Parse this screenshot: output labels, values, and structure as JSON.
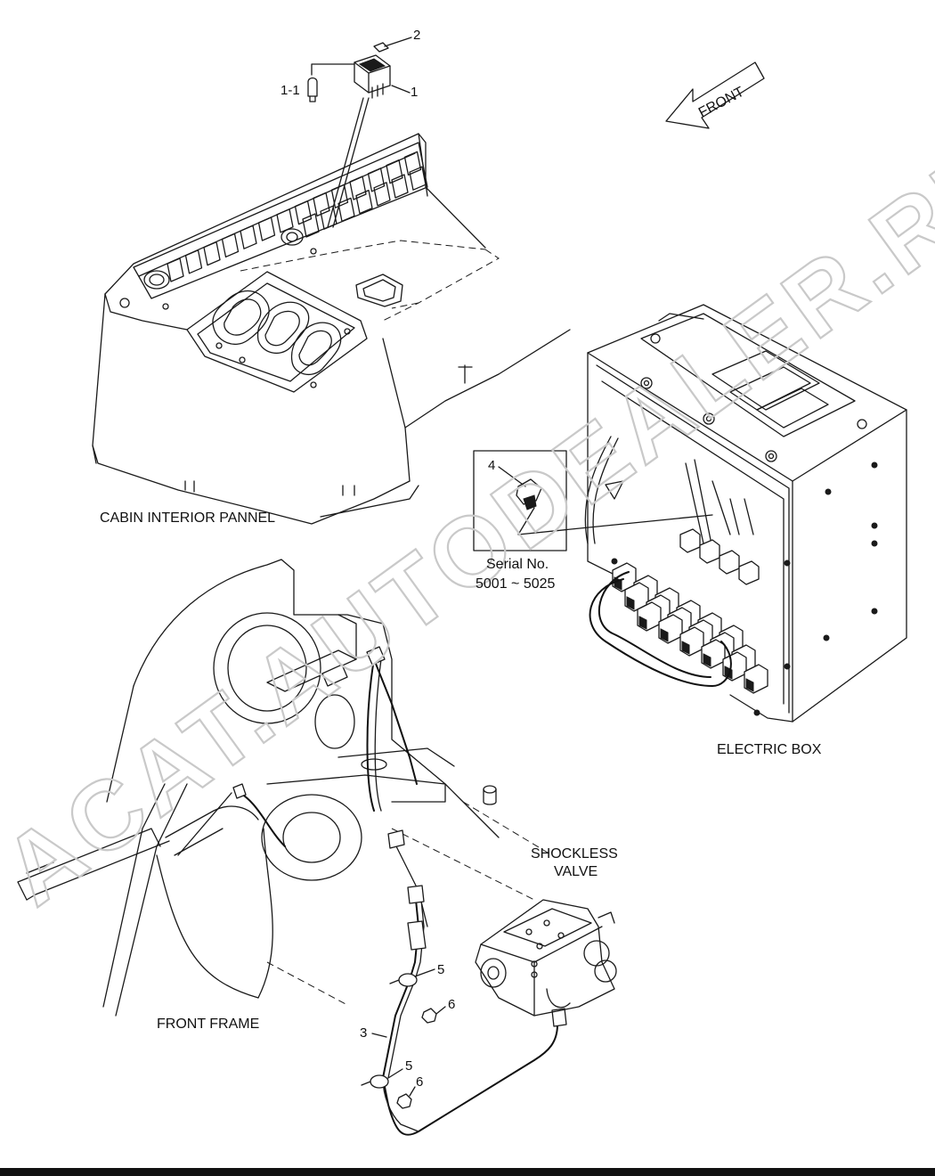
{
  "labels": {
    "cabin": "CABIN INTERIOR PANNEL",
    "electric_box": "ELECTRIC BOX",
    "shockless_line1": "SHOCKLESS",
    "shockless_line2": "VALVE",
    "front_frame": "FRONT FRAME",
    "front_arrow": "FRONT",
    "serial_line1": "Serial No.",
    "serial_line2": "5001 ~ 5025"
  },
  "callouts": {
    "switch_lamp": "1-1",
    "switch_cap": "2",
    "switch": "1",
    "relay": "4",
    "clamp_upper": "5",
    "bolt_upper": "6",
    "harness": "3",
    "clamp_lower": "5",
    "bolt_lower": "6"
  },
  "watermark": "ACAT.AUTODEALER.RU",
  "colors": {
    "line": "#1a1a1a",
    "watermark": "#c9c9c9",
    "background": "#ffffff"
  }
}
